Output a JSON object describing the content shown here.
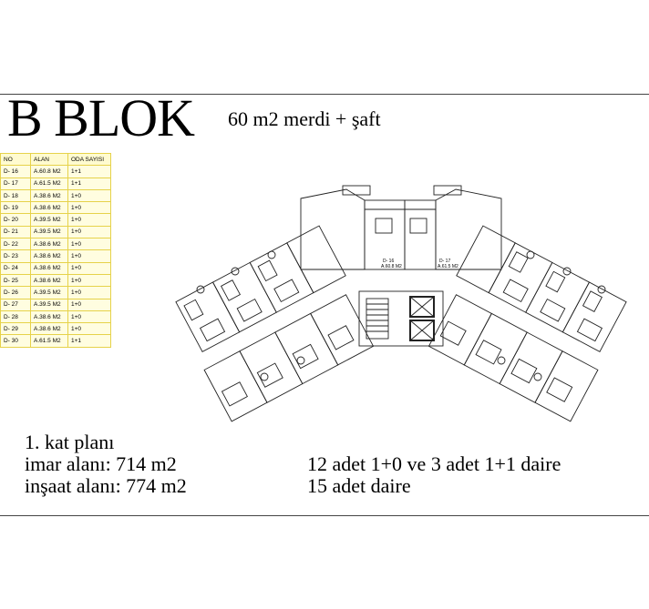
{
  "header": {
    "title": "B BLOK",
    "subtitle": "60 m2  merdi + şaft"
  },
  "unit_table": {
    "columns": [
      "NO",
      "ALAN",
      "ODA SAYISI"
    ],
    "rows": [
      [
        "D- 16",
        "A.60.8 M2",
        "1+1"
      ],
      [
        "D- 17",
        "A.61.5 M2",
        "1+1"
      ],
      [
        "D- 18",
        "A.38.6 M2",
        "1+0"
      ],
      [
        "D- 19",
        "A.38.6 M2",
        "1+0"
      ],
      [
        "D- 20",
        "A.39.5 M2",
        "1+0"
      ],
      [
        "D- 21",
        "A.39.5 M2",
        "1+0"
      ],
      [
        "D- 22",
        "A.38.6 M2",
        "1+0"
      ],
      [
        "D- 23",
        "A.38.6 M2",
        "1+0"
      ],
      [
        "D- 24",
        "A.38.6 M2",
        "1+0"
      ],
      [
        "D- 25",
        "A.38.6 M2",
        "1+0"
      ],
      [
        "D- 26",
        "A.39.5 M2",
        "1+0"
      ],
      [
        "D- 27",
        "A.39.5 M2",
        "1+0"
      ],
      [
        "D- 28",
        "A.38.6 M2",
        "1+0"
      ],
      [
        "D- 29",
        "A.38.6 M2",
        "1+0"
      ],
      [
        "D- 30",
        "A.61.5 M2",
        "1+1"
      ]
    ]
  },
  "floor_info": {
    "plan_name": "1. kat planı",
    "zoning_area": "imar alanı: 714 m2",
    "construction_area": "inşaat alanı: 774 m2"
  },
  "summary": {
    "units_line": "12 adet 1+0 ve 3 adet 1+1 daire",
    "total_line": "15 adet daire"
  },
  "plan_labels": {
    "d16": "D- 16",
    "d16_area": "A.60.8 M2",
    "d17": "D- 17",
    "d17_area": "A.61.5 M2"
  }
}
